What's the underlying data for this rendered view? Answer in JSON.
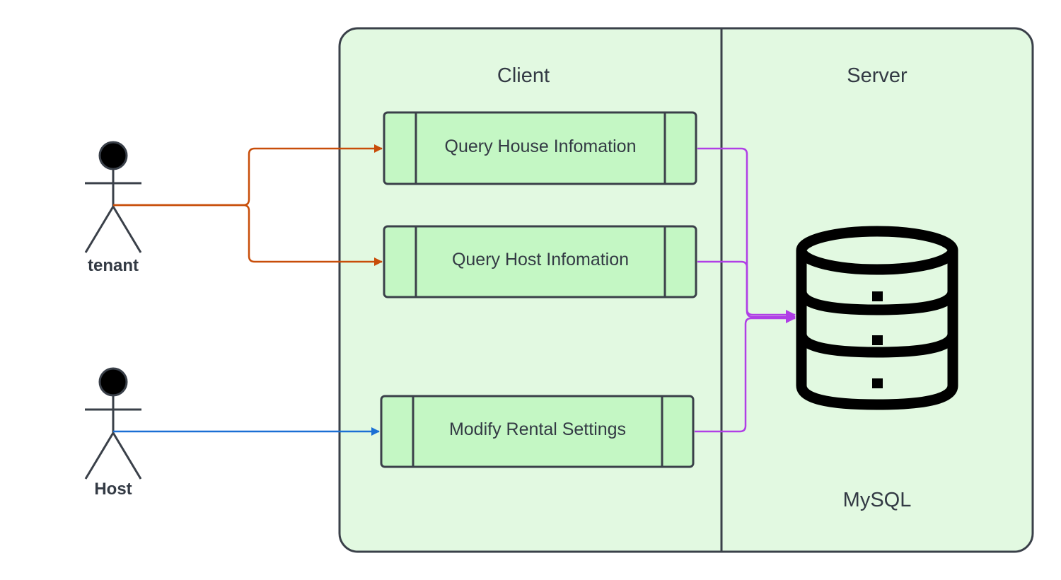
{
  "actors": [
    {
      "id": "tenant",
      "label": "tenant"
    },
    {
      "id": "host",
      "label": "Host"
    }
  ],
  "lanes": {
    "client": "Client",
    "server": "Server"
  },
  "processes": {
    "query_house": "Query House Infomation",
    "query_host": "Query Host Infomation",
    "modify_rental": "Modify Rental Settings"
  },
  "database": {
    "label": "MySQL",
    "icon": "database-icon"
  },
  "colors": {
    "container_fill": "#e2f9e1",
    "process_fill": "#c4f7c4",
    "outline": "#3a4049",
    "tenant_arrow": "#c84d09",
    "host_arrow": "#1a6fd4",
    "db_arrow": "#b03fe6",
    "actor_head": "#000000"
  }
}
